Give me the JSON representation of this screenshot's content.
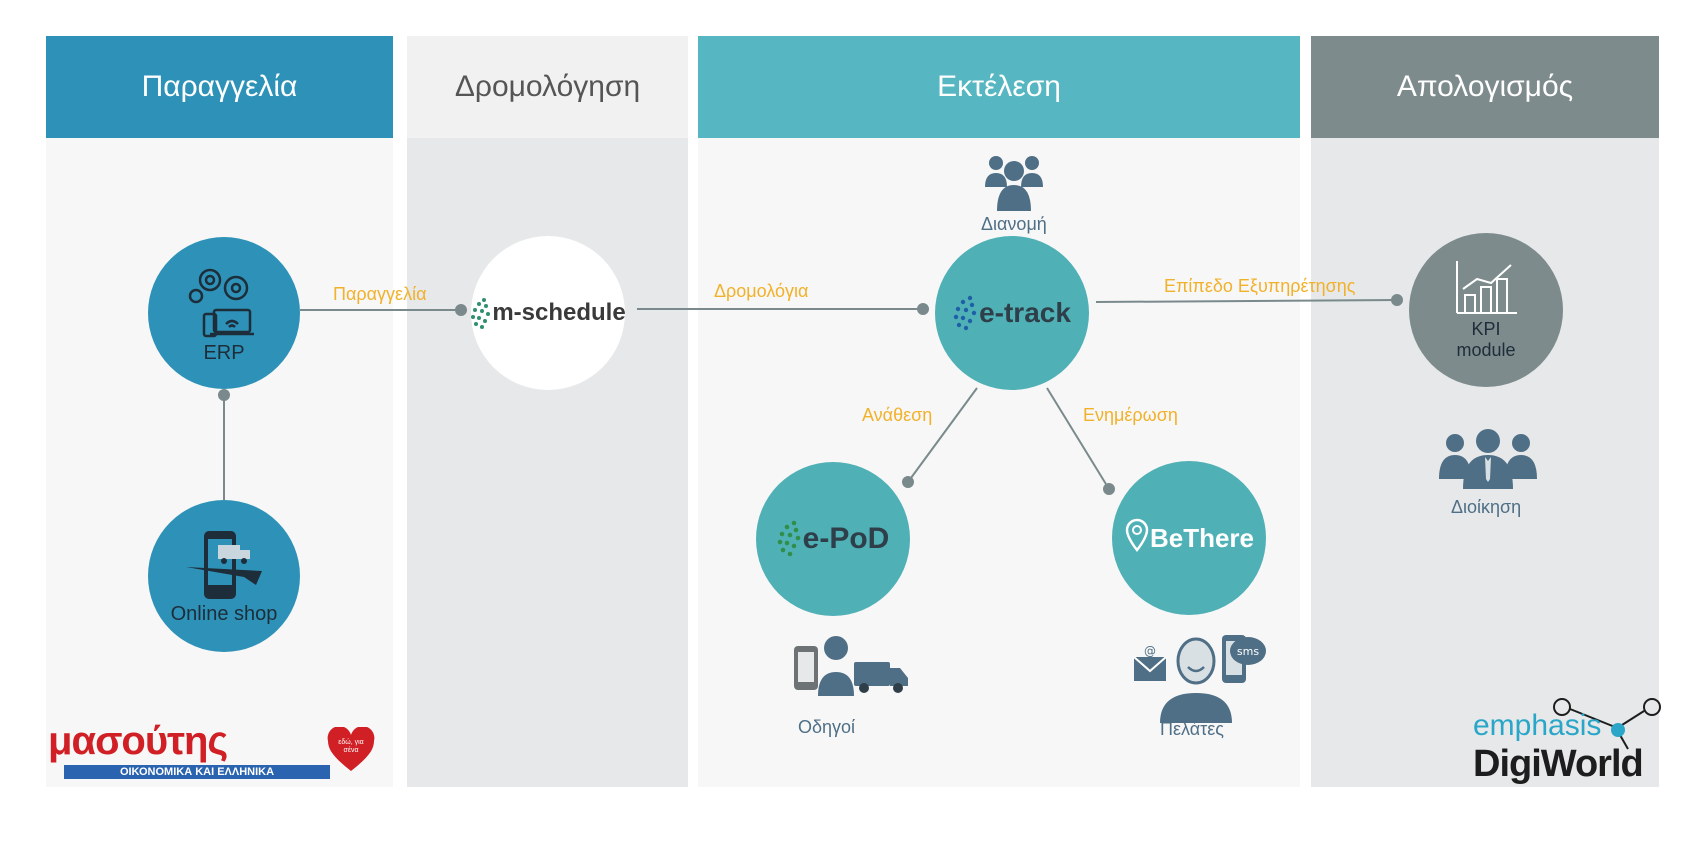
{
  "columns": {
    "order": "Παραγγελία",
    "routing": "Δρομολόγηση",
    "execution": "Εκτέλεση",
    "review": "Απολογισμός"
  },
  "nodes": {
    "erp": "ERP",
    "shop": "Online shop",
    "mschedule": "m-schedule",
    "etrack": "e-track",
    "epod": "e-PoD",
    "bethere": "BeThere",
    "kpi_line1": "KPI",
    "kpi_line2": "module"
  },
  "edges": {
    "order": "Παραγγελία",
    "routes": "Δρομολόγια",
    "service": "Επίπεδο Εξυπηρέτησης",
    "assign": "Ανάθεση",
    "update": "Ενημέρωση"
  },
  "actors": {
    "distribution": "Διανομή",
    "drivers": "Οδηγοί",
    "customers": "Πελάτες",
    "management": "Διοίκηση"
  },
  "logos": {
    "masoutis_name": "μασούτης",
    "masoutis_tagline": "ΟΙΚΟΝΟΜΙΚΑ ΚΑΙ ΕΛΛΗΝΙΚΑ",
    "masoutis_heart": "εδώ, για σένα",
    "emphasis": "emphasis",
    "digiworld": "DigiWorld"
  },
  "colors": {
    "order_head": "#2e92b8",
    "routing_head": "#f1f1f1",
    "execution_head": "#56b6c1",
    "review_head": "#7d8b8c",
    "orange_label": "#f2b12a",
    "teal_circle": "#4fb0b6",
    "blue_circle": "#2e92b8",
    "grey_circle": "#7d8b8c"
  }
}
